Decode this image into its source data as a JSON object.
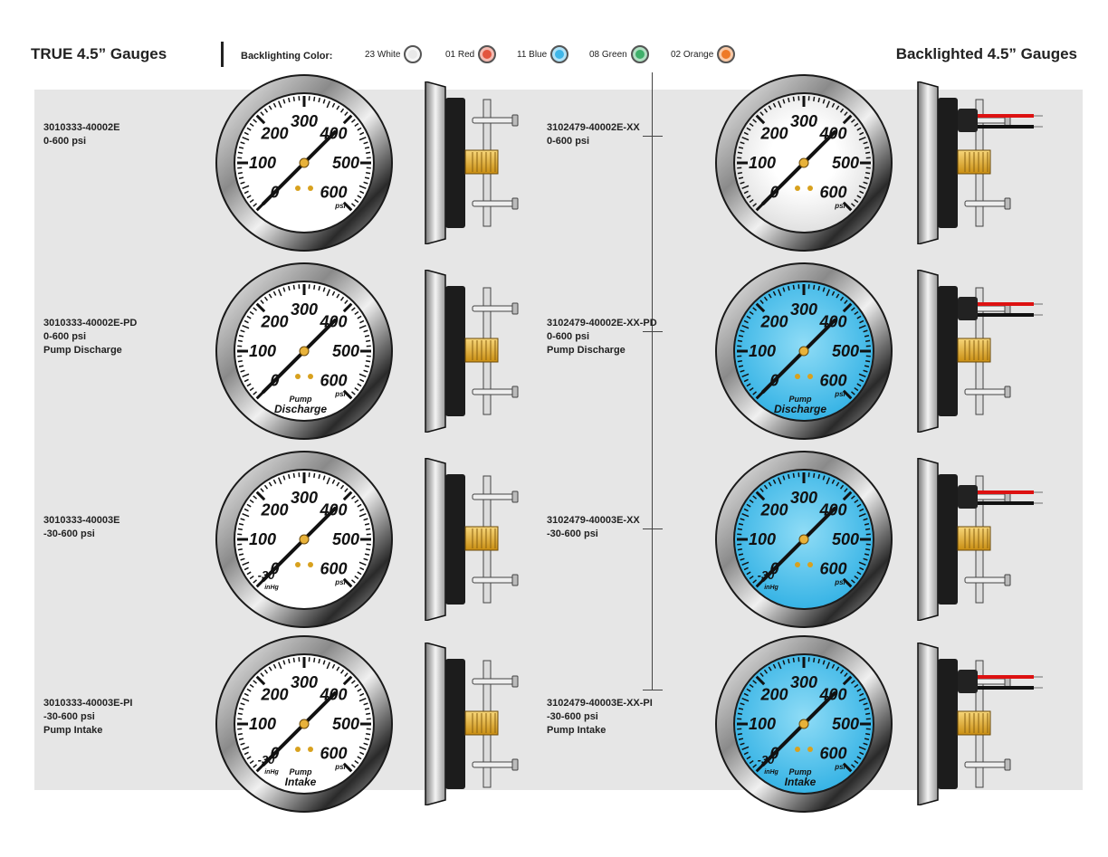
{
  "header": {
    "left_title": "TRUE 4.5” Gauges",
    "right_title": "Backlighted 4.5” Gauges",
    "backlight_label": "Backlighting Color:",
    "swatches": [
      {
        "label": "23 White",
        "color": "#e9e9e9"
      },
      {
        "label": "01 Red",
        "color": "#e2553f"
      },
      {
        "label": "11 Blue",
        "color": "#3fb6e8"
      },
      {
        "label": "08 Green",
        "color": "#3fb06a"
      },
      {
        "label": "02 Orange",
        "color": "#ee7a28"
      }
    ]
  },
  "colors": {
    "panel": "#e6e6e6",
    "dial_white": "#ffffff",
    "dial_blue": "#58c8ee",
    "needle": "#111111",
    "brass": "#e8b23a"
  },
  "scale": {
    "ticks_psi": [
      "0",
      "100",
      "200",
      "300",
      "400",
      "500",
      "600"
    ],
    "ticks_compound": [
      "0",
      "100",
      "200",
      "300",
      "400",
      "500",
      "600"
    ],
    "vacuum_label": "-30",
    "vacuum_unit": "inHg",
    "unit": "psi"
  },
  "left_gauges": [
    {
      "part": "3010333-40002E",
      "range": "0-600 psi",
      "desc": "",
      "dial_top": "",
      "dial_bottom": ""
    },
    {
      "part": "3010333-40002E-PD",
      "range": "0-600 psi",
      "desc": "Pump Discharge",
      "dial_top": "Pump",
      "dial_bottom": "Discharge"
    },
    {
      "part": "3010333-40003E",
      "range": "-30-600 psi",
      "desc": "",
      "dial_top": "",
      "dial_bottom": ""
    },
    {
      "part": "3010333-40003E-PI",
      "range": "-30-600 psi",
      "desc": "Pump Intake",
      "dial_top": "Pump",
      "dial_bottom": "Intake"
    }
  ],
  "right_gauges": [
    {
      "part": "3102479-40002E-XX",
      "range": "0-600 psi",
      "desc": "",
      "dial_top": "",
      "dial_bottom": ""
    },
    {
      "part": "3102479-40002E-XX-PD",
      "range": "0-600 psi",
      "desc": "Pump Discharge",
      "dial_top": "Pump",
      "dial_bottom": "Discharge"
    },
    {
      "part": "3102479-40003E-XX",
      "range": "-30-600 psi",
      "desc": "",
      "dial_top": "",
      "dial_bottom": ""
    },
    {
      "part": "3102479-40003E-XX-PI",
      "range": "-30-600 psi",
      "desc": "Pump Intake",
      "dial_top": "Pump",
      "dial_bottom": "Intake"
    }
  ]
}
